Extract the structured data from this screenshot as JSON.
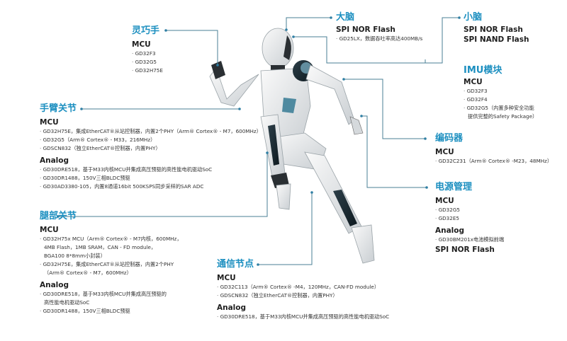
{
  "colors": {
    "accent": "#1c8fc0",
    "line": "#4a7f95",
    "text": "#222222"
  },
  "figure": "humanoid-robot",
  "blocks": {
    "dexterous_hand": {
      "title": "灵巧手",
      "sections": [
        {
          "category": "MCU",
          "items": [
            "GD32F3",
            "GD32G5",
            "GD32H75E"
          ]
        }
      ]
    },
    "big_brain": {
      "title": "大脑",
      "sections": [
        {
          "category": "SPI NOR Flash",
          "items": [
            "GD25LX，数据吞吐率高达400MB/s"
          ]
        }
      ]
    },
    "small_brain": {
      "title": "小脑",
      "sections": [
        {
          "category": "SPI NOR Flash",
          "items": []
        },
        {
          "category": "SPI NAND Flash",
          "items": []
        }
      ]
    },
    "imu": {
      "title": "IMU模块",
      "sections": [
        {
          "category": "MCU",
          "items": [
            "GD32F3",
            "GD32F4",
            "GD32G5（内置多种安全功能",
            "提供完整的Safety Package）"
          ]
        }
      ]
    },
    "arm_joint": {
      "title": "手臂关节",
      "sections": [
        {
          "category": "MCU",
          "items": [
            "GD32H75E，集成EtherCAT®从站控制器，内置2个PHY（Arm® Cortex® - M7，600MHz）",
            "GD32G5（Arm® Cortex® - M33，216MHz）",
            "GDSCN832（独立EtherCAT®控制器，内置PHY）"
          ]
        },
        {
          "category": "Analog",
          "items": [
            "GD30DRE518，基于M33内核MCU并集成高压预驱的高性能电机驱动SoC",
            "GD30DR1488，150V三相BLDC预驱",
            "GD30AD3380-105，内置8通道16bit 500KSPS同步采样的SAR ADC"
          ]
        }
      ]
    },
    "encoder": {
      "title": "编码器",
      "sections": [
        {
          "category": "MCU",
          "items": [
            "GD32C231（Arm® Cortex® -M23，48MHz）"
          ]
        }
      ]
    },
    "power": {
      "title": "电源管理",
      "sections": [
        {
          "category": "MCU",
          "items": [
            "GD32G5",
            "GD32E5"
          ]
        },
        {
          "category": "Analog",
          "items": [
            "GD30BM201x电池模拟前端"
          ]
        },
        {
          "category": "SPI NOR Flash",
          "items": []
        }
      ]
    },
    "leg_joint": {
      "title": "腿部关节",
      "sections": [
        {
          "category": "MCU",
          "items": [
            "GD32H75x MCU（Arm® Cortex® - M7内核，600MHz，",
            "4MB Flash，1MB SRAM，CAN - FD module，",
            "BGA100 8*8mm小封装）",
            "GD32H75E，集成EtherCAT®从站控制器，内置2个PHY",
            "（Arm® Cortex® - M7，600MHz）"
          ]
        },
        {
          "category": "Analog",
          "items": [
            "GD30DRE518，基于M33内核MCU并集成高压预驱的",
            "高性能电机驱动SoC",
            "GD30DR1488，150V三相BLDC预驱"
          ]
        }
      ]
    },
    "comm_node": {
      "title": "通信节点",
      "sections": [
        {
          "category": "MCU",
          "items": [
            "GD32C113（Arm® Cortex® -M4，120MHz，CAN-FD module）",
            "GDSCN832（独立EtherCAT®控制器，内置PHY）"
          ]
        },
        {
          "category": "Analog",
          "items": [
            "GD30DRE518，基于M33内核MCU并集成高压预驱的高性能电机驱动SoC"
          ]
        }
      ]
    }
  }
}
